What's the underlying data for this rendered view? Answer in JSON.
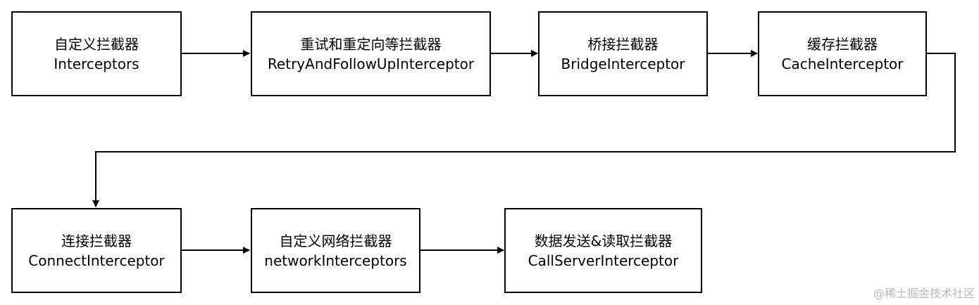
{
  "diagram": {
    "nodes": [
      {
        "id": "custom-interceptors",
        "title": "自定义拦截器",
        "subtitle": "Interceptors"
      },
      {
        "id": "retry-follow-up",
        "title": "重试和重定向等拦截器",
        "subtitle": "RetryAndFollowUpInterceptor"
      },
      {
        "id": "bridge",
        "title": "桥接拦截器",
        "subtitle": "BridgeInterceptor"
      },
      {
        "id": "cache",
        "title": "缓存拦截器",
        "subtitle": "CacheInterceptor"
      },
      {
        "id": "connect",
        "title": "连接拦截器",
        "subtitle": "ConnectInterceptor"
      },
      {
        "id": "network-interceptors",
        "title": "自定义网络拦截器",
        "subtitle": "networkInterceptors"
      },
      {
        "id": "call-server",
        "title": "数据发送&读取拦截器",
        "subtitle": "CallServerInterceptor"
      }
    ],
    "edges": [
      {
        "from": "custom-interceptors",
        "to": "retry-follow-up"
      },
      {
        "from": "retry-follow-up",
        "to": "bridge"
      },
      {
        "from": "bridge",
        "to": "cache"
      },
      {
        "from": "cache",
        "to": "connect"
      },
      {
        "from": "connect",
        "to": "network-interceptors"
      },
      {
        "from": "network-interceptors",
        "to": "call-server"
      }
    ],
    "line_color": "#000000",
    "border_color": "#000000"
  },
  "watermark": "@稀土掘金技术社区"
}
